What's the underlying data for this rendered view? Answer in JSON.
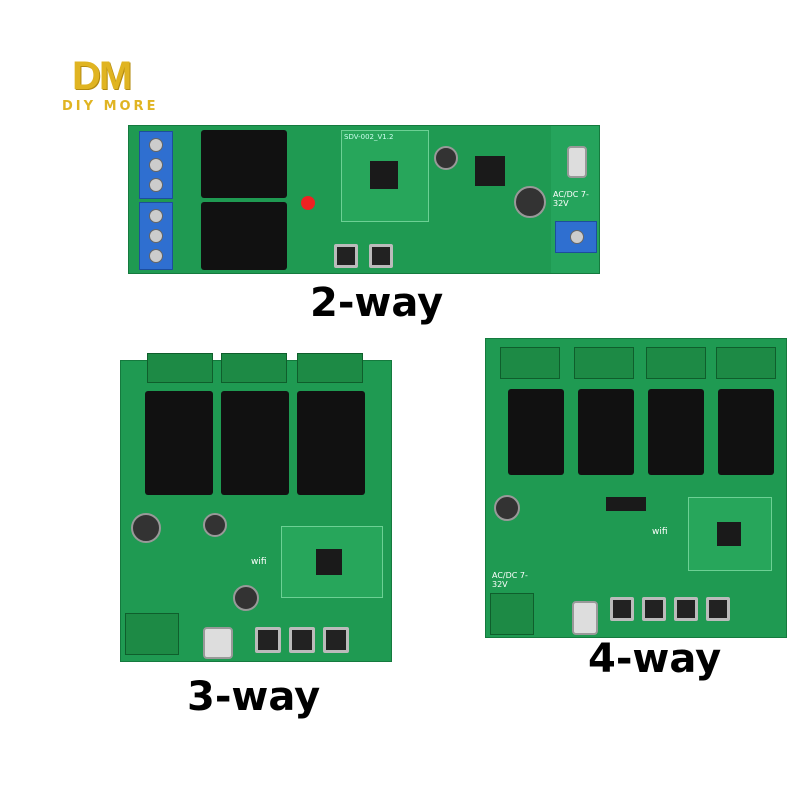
{
  "brand": {
    "logo_mark": "DM",
    "logo_text": "DIY MORE",
    "color": "#e0b422"
  },
  "products": [
    {
      "label": "2-way",
      "board_text": "SDV-002_V1.2",
      "power_text": "AC/DC 7-32V"
    },
    {
      "label": "3-way",
      "board_text": "wifi"
    },
    {
      "label": "4-way",
      "board_text": "wifi",
      "power_text": "AC/DC 7-32V"
    }
  ],
  "colors": {
    "pcb": "#1f9a52",
    "terminal_blue": "#2f6fd0",
    "terminal_green": "#1d8a45",
    "relay": "#111111"
  }
}
